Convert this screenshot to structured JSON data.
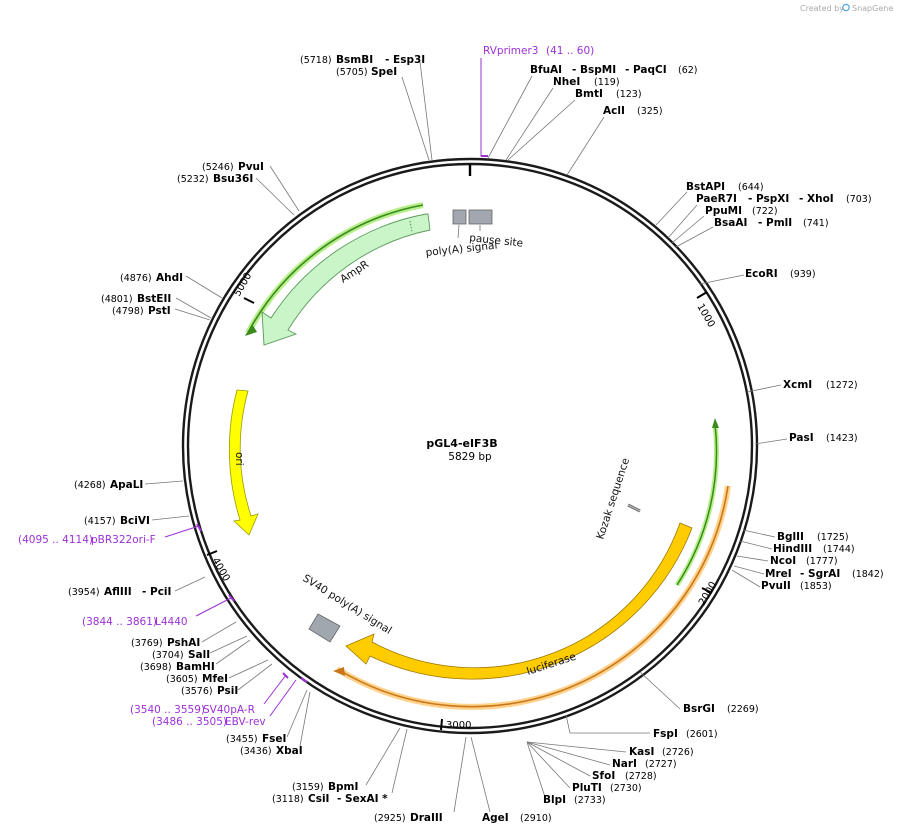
{
  "plasmid": {
    "name": "pGL4-eIF3B",
    "length_label": "5829 bp"
  },
  "credit": {
    "text": "Created by",
    "brand": "SnapGene"
  },
  "ticks": [
    "1000",
    "2000",
    "3000",
    "4000",
    "5000"
  ],
  "features": {
    "ampr": "AmpR",
    "ori": "ori",
    "luciferase": "luciferase",
    "sv40": "SV40 poly(A) signal",
    "polya": "poly(A) signal",
    "pause": "pause site",
    "kozak": "Kozak sequence"
  },
  "enzymes": [
    {
      "id": "bsmbi",
      "name": "BsmBI",
      "name2": "Esp3I",
      "pos": "(5718)"
    },
    {
      "id": "spei",
      "name": "SpeI",
      "pos": "(5705)"
    },
    {
      "id": "bfuai",
      "name": "BfuAI",
      "name2": "BspMI",
      "name3": "PaqCI",
      "pos": "(62)"
    },
    {
      "id": "nhei",
      "name": "NheI",
      "pos": "(119)"
    },
    {
      "id": "bmti",
      "name": "BmtI",
      "pos": "(123)"
    },
    {
      "id": "acli",
      "name": "AclI",
      "pos": "(325)"
    },
    {
      "id": "bstapi",
      "name": "BstAPI",
      "pos": "(644)"
    },
    {
      "id": "paer7i",
      "name": "PaeR7I",
      "name2": "PspXI",
      "name3": "XhoI",
      "pos": "(703)"
    },
    {
      "id": "ppumi",
      "name": "PpuMI",
      "pos": "(722)"
    },
    {
      "id": "bsaai",
      "name": "BsaAI",
      "name2": "PmlI",
      "pos": "(741)"
    },
    {
      "id": "ecori",
      "name": "EcoRI",
      "pos": "(939)"
    },
    {
      "id": "xcmi",
      "name": "XcmI",
      "pos": "(1272)"
    },
    {
      "id": "pasi",
      "name": "PasI",
      "pos": "(1423)"
    },
    {
      "id": "bglii",
      "name": "BglII",
      "pos": "(1725)"
    },
    {
      "id": "hindiii",
      "name": "HindIII",
      "pos": "(1744)"
    },
    {
      "id": "ncoi",
      "name": "NcoI",
      "pos": "(1777)"
    },
    {
      "id": "mrei",
      "name": "MreI",
      "name2": "SgrAI",
      "pos": "(1842)"
    },
    {
      "id": "pvuii",
      "name": "PvuII",
      "pos": "(1853)"
    },
    {
      "id": "bsrgi",
      "name": "BsrGI",
      "pos": "(2269)"
    },
    {
      "id": "fspi",
      "name": "FspI",
      "pos": "(2601)"
    },
    {
      "id": "kasi",
      "name": "KasI",
      "pos": "(2726)"
    },
    {
      "id": "nari",
      "name": "NarI",
      "pos": "(2727)"
    },
    {
      "id": "sfoi",
      "name": "SfoI",
      "pos": "(2728)"
    },
    {
      "id": "pluti",
      "name": "PluTI",
      "pos": "(2730)"
    },
    {
      "id": "blpi",
      "name": "BlpI",
      "pos": "(2733)"
    },
    {
      "id": "agei",
      "name": "AgeI",
      "pos": "(2910)"
    },
    {
      "id": "draiii",
      "name": "DraIII",
      "pos": "(2925)"
    },
    {
      "id": "csii",
      "name": "CsiI",
      "name2": "SexAI *",
      "pos": "(3118)"
    },
    {
      "id": "bpmi",
      "name": "BpmI",
      "pos": "(3159)"
    },
    {
      "id": "xbai",
      "name": "XbaI",
      "pos": "(3436)"
    },
    {
      "id": "fsei",
      "name": "FseI",
      "pos": "(3455)"
    },
    {
      "id": "psii",
      "name": "PsiI",
      "pos": "(3576)"
    },
    {
      "id": "mfei",
      "name": "MfeI",
      "pos": "(3605)"
    },
    {
      "id": "bamhi",
      "name": "BamHI",
      "pos": "(3698)"
    },
    {
      "id": "sali",
      "name": "SalI",
      "pos": "(3704)"
    },
    {
      "id": "pshai",
      "name": "PshAI",
      "pos": "(3769)"
    },
    {
      "id": "aflii",
      "name": "AflIII",
      "name2": "PciI",
      "pos": "(3954)"
    },
    {
      "id": "bcivi",
      "name": "BciVI",
      "pos": "(4157)"
    },
    {
      "id": "apali",
      "name": "ApaLI",
      "pos": "(4268)"
    },
    {
      "id": "psti",
      "name": "PstI",
      "pos": "(4798)"
    },
    {
      "id": "bsteii",
      "name": "BstEII",
      "pos": "(4801)"
    },
    {
      "id": "ahdi",
      "name": "AhdI",
      "pos": "(4876)"
    },
    {
      "id": "bsu36i",
      "name": "Bsu36I",
      "pos": "(5232)"
    },
    {
      "id": "pvui",
      "name": "PvuI",
      "pos": "(5246)"
    }
  ],
  "primers": [
    {
      "id": "rvprimer3",
      "name": "RVprimer3",
      "range": "(41 .. 60)"
    },
    {
      "id": "pbr322",
      "name": "pBR322ori-F",
      "range": "(4095 .. 4114)"
    },
    {
      "id": "l4440",
      "name": "L4440",
      "range": "(3844 .. 3861)"
    },
    {
      "id": "sv40pa",
      "name": "SV40pA-R",
      "range": "(3540 .. 3559)"
    },
    {
      "id": "ebvrev",
      "name": "EBV-rev",
      "range": "(3486 .. 3505)"
    }
  ],
  "colors": {
    "backbone": "#1a1a1a",
    "primer": "#9b30d9",
    "ampr_fill": "#c9f5c9",
    "ampr_stroke": "#5a9a5a",
    "ori_fill": "#ffff00",
    "luc_fill": "#ffcc00",
    "feature_gray": "#a0a7ae",
    "orf_green": "#3a8a1e",
    "orf_orange": "#c8781a"
  }
}
